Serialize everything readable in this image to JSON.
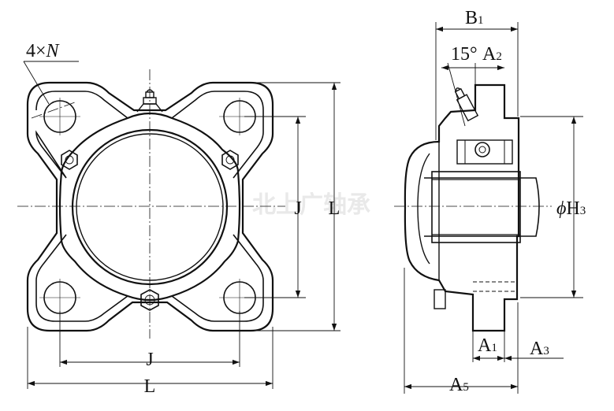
{
  "front_view": {
    "bolt_note": {
      "count": "4",
      "times": "×",
      "symbol": "N"
    },
    "dim_J_horizontal": "J",
    "dim_J_vertical": "J",
    "dim_L_horizontal": "L",
    "dim_L_vertical": "L"
  },
  "side_view": {
    "dim_B1": {
      "main": "B",
      "sub": "1"
    },
    "angle_label": "15°",
    "dim_A2": {
      "main": "A",
      "sub": "2"
    },
    "dim_H3": {
      "prefix": "ϕ",
      "main": "H",
      "sub": "3"
    },
    "dim_A1": {
      "main": "A",
      "sub": "1"
    },
    "dim_A3": {
      "main": "A",
      "sub": "3"
    },
    "dim_A5": {
      "main": "A",
      "sub": "5"
    }
  },
  "watermark": "北上广轴承"
}
